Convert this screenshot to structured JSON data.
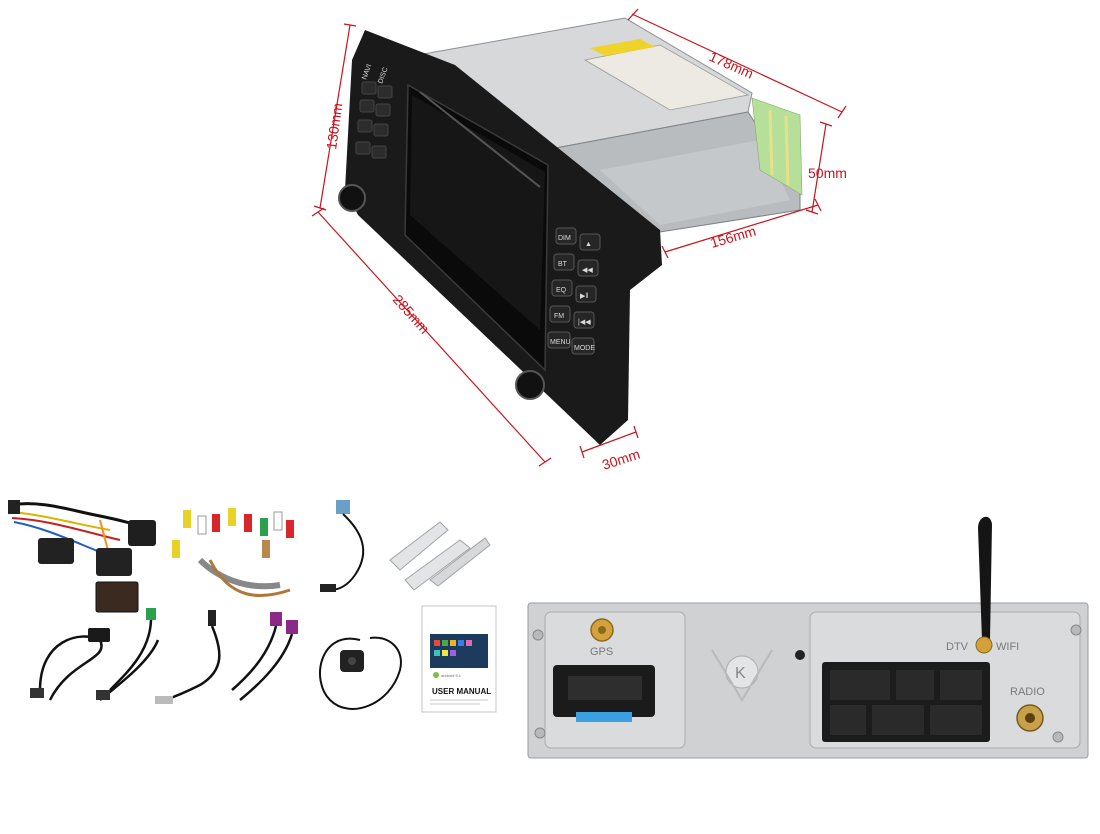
{
  "dimensions": {
    "top_depth": "178mm",
    "left_height": "130mm",
    "right_height": "50mm",
    "bottom_depth": "156mm",
    "front_width": "285mm",
    "front_thickness": "30mm"
  },
  "head_unit": {
    "left_buttons": [
      "NAVI",
      "DISC",
      "",
      "",
      "",
      ""
    ],
    "right_buttons": [
      "DIM",
      "BT",
      "EQ",
      "FM",
      "MENU",
      "MODE"
    ],
    "eject_label": "EJECT"
  },
  "rear_panel": {
    "gps_label": "GPS",
    "dtv_label": "DTV",
    "wifi_label": "WIFI",
    "radio_label": "RADIO",
    "logo_letter": "K"
  },
  "manual": {
    "title": "USER MANUAL",
    "os_label": "android 5.1"
  },
  "colors": {
    "dimension_red": "#c8141e",
    "unit_black": "#1a1a1a",
    "panel_silver": "#cfd1d3"
  }
}
